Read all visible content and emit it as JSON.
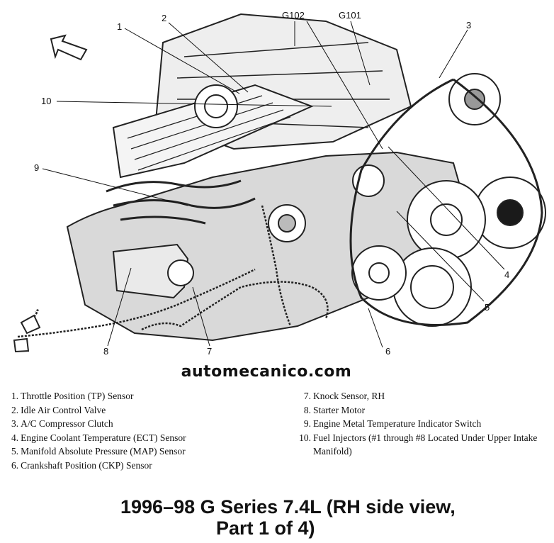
{
  "figure": {
    "callouts": [
      {
        "id": "1",
        "label": "1"
      },
      {
        "id": "2",
        "label": "2"
      },
      {
        "id": "3",
        "label": "3"
      },
      {
        "id": "4",
        "label": "4"
      },
      {
        "id": "5",
        "label": "5"
      },
      {
        "id": "6",
        "label": "6"
      },
      {
        "id": "7",
        "label": "7"
      },
      {
        "id": "8",
        "label": "8"
      },
      {
        "id": "9",
        "label": "9"
      },
      {
        "id": "10",
        "label": "10"
      },
      {
        "id": "g102",
        "label": "G102"
      },
      {
        "id": "g101",
        "label": "G101"
      }
    ]
  },
  "watermark": "automecanico.com",
  "legend": {
    "left": [
      {
        "num": "1.",
        "text": "Throttle Position (TP) Sensor"
      },
      {
        "num": "2.",
        "text": "Idle Air Control Valve"
      },
      {
        "num": "3.",
        "text": "A/C Compressor Clutch"
      },
      {
        "num": "4.",
        "text": "Engine Coolant Temperature (ECT) Sensor"
      },
      {
        "num": "5.",
        "text": "Manifold Absolute Pressure (MAP) Sensor"
      },
      {
        "num": "6.",
        "text": "Crankshaft Position (CKP) Sensor"
      }
    ],
    "right": [
      {
        "num": "7.",
        "text": "Knock Sensor, RH"
      },
      {
        "num": "8.",
        "text": "Starter Motor"
      },
      {
        "num": "9.",
        "text": "Engine Metal Temperature Indicator Switch"
      },
      {
        "num": "10.",
        "text": "Fuel Injectors (#1 through #8 Located Under Upper Intake Manifold)"
      }
    ]
  },
  "caption": {
    "line1": "1996–98 G Series 7.4L (RH side view,",
    "line2": "Part 1 of 4)"
  }
}
